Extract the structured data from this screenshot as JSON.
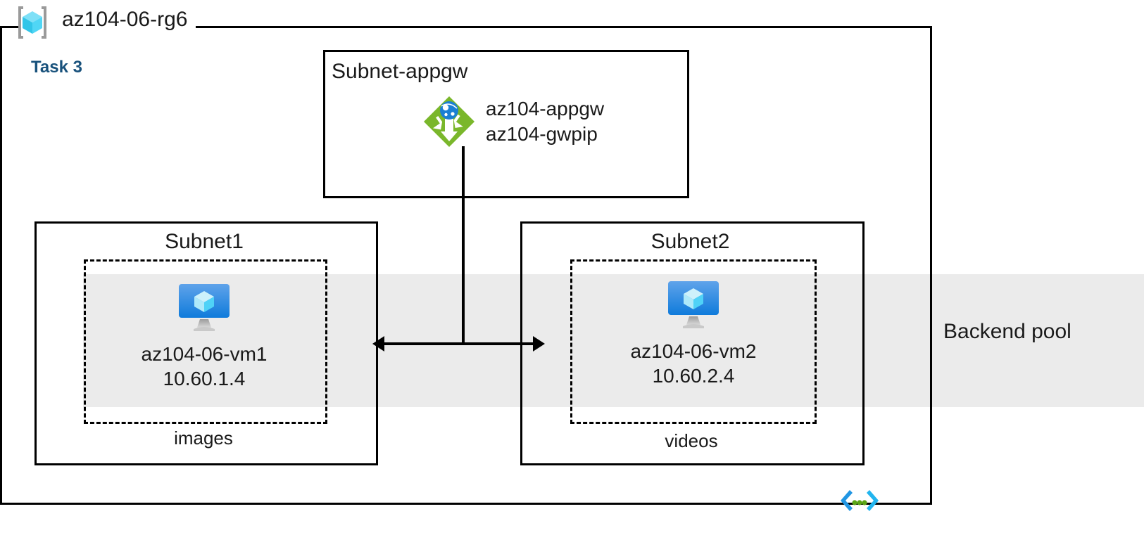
{
  "resource_group": {
    "icon": "resource-group-cube-icon",
    "title": "az104-06-rg6"
  },
  "task": {
    "label": "Task 3",
    "color": "#19527c"
  },
  "backend_pool": {
    "label": "Backend pool",
    "band_color": "#ebebeb"
  },
  "subnets": [
    {
      "id": "subnet-appgw",
      "title": "Subnet-appgw",
      "node": {
        "icon": "application-gateway-icon",
        "icon_color": "#7ab72b",
        "labels": [
          "az104-appgw",
          "az104-gwpip"
        ]
      }
    },
    {
      "id": "subnet1",
      "title": "Subnet1",
      "caption": "images",
      "vm": {
        "icon": "virtual-machine-icon",
        "name": "az104-06-vm1",
        "ip": "10.60.1.4"
      }
    },
    {
      "id": "subnet2",
      "title": "Subnet2",
      "caption": "videos",
      "vm": {
        "icon": "virtual-machine-icon",
        "name": "az104-06-vm2",
        "ip": "10.60.2.4"
      }
    }
  ],
  "footer": {
    "icon": "code-brackets-icon"
  }
}
